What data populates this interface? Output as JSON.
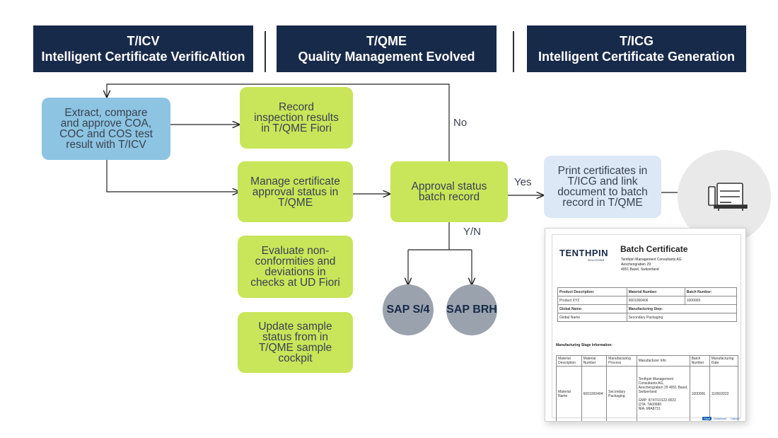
{
  "headers": [
    {
      "code": "T/ICV",
      "name": "Intelligent Certificate VerificAltion"
    },
    {
      "code": "T/QME",
      "name": "Quality Management Evolved"
    },
    {
      "code": "T/ICG",
      "name": "Intelligent Certificate Generation"
    }
  ],
  "boxes": {
    "extract": "Extract, compare\nand approve COA,\nCOC and COS test\nresult with T/ICV",
    "record": "Record\ninspection results\nin T/QME Fiori",
    "manage": "Manage certificate\napproval status in\nT/QME",
    "evaluate": "Evaluate non-\nconformities and\ndeviations in\nchecks at UD Fiori",
    "update": "Update sample\nstatus from in\nT/QME sample\ncockpit",
    "approval": "Approval status\nbatch record",
    "print": "Print certificates in\nT/ICG and link\ndocument to batch\nrecord in T/QME"
  },
  "labels": {
    "no": "No",
    "yes": "Yes",
    "yn": "Y/N"
  },
  "targets": [
    "SAP S/4",
    "SAP BRH"
  ],
  "icons": {
    "printer": "printer-icon"
  },
  "certificate": {
    "logo_main": "TENTHPIN",
    "logo_sub": "SOLUTIONS",
    "title": "Batch Certificate",
    "address": [
      "Tenthpin Management Consultants AG",
      "Aeschengraben 29",
      "4051 Basel, Switzerland"
    ],
    "table1": [
      [
        "Product Description:",
        "Material Number:",
        "Batch Number:"
      ],
      [
        "Product XYZ",
        "6601000406",
        "1000005"
      ],
      [
        "Global Name:",
        "Manufacturing Step:"
      ],
      [
        "Global Name",
        "Secondary Packaging"
      ]
    ],
    "stage_title": "Manufacturing Stage Information:",
    "table2_headers": [
      "Material Description",
      "Material Number",
      "Manufacturing Process",
      "Manufacturer Info",
      "Batch Number",
      "Manufacturing Date"
    ],
    "table2_row": [
      "Material Name",
      "6601000404",
      "Secondary Packaging",
      "Tenthpin Management Consultants AG, Aeschengraben 29 4051 Basel, Switzerland\n\nGMP: 8747/10122-0022\nQTA: TA00680\nNIA: MIA8731",
      "1000006",
      "11/06/2022"
    ],
    "buttons": [
      "Save",
      "Download",
      "Cancel"
    ]
  }
}
